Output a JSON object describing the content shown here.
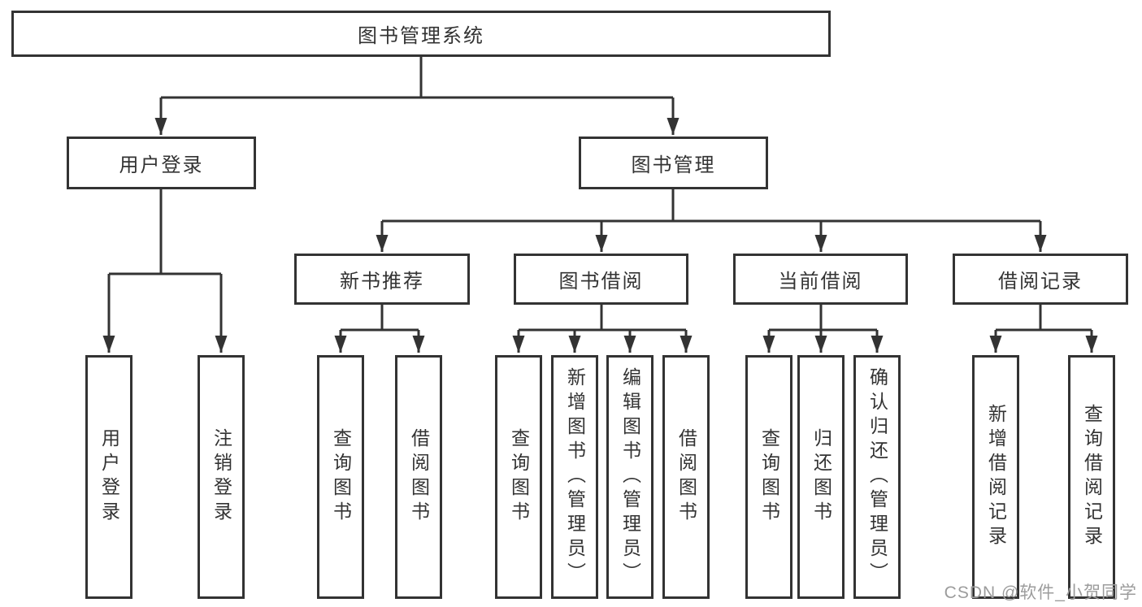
{
  "nodes": {
    "root": "图书管理系统",
    "user_login": "用户登录",
    "book_mgmt": "图书管理",
    "new_book_rec": "新书推荐",
    "book_borrow": "图书借阅",
    "current_borrow": "当前借阅",
    "borrow_record": "借阅记录",
    "leaf_user_login": "用户登录",
    "leaf_logout": "注销登录",
    "leaf_query_book_a": "查询图书",
    "leaf_borrow_book_a": "借阅图书",
    "leaf_query_book_b": "查询图书",
    "leaf_add_book": "新增图书（管理员）",
    "leaf_edit_book": "编辑图书（管理员）",
    "leaf_borrow_book_b": "借阅图书",
    "leaf_query_book_c": "查询图书",
    "leaf_return_book": "归还图书",
    "leaf_confirm_return": "确认归还（管理员）",
    "leaf_add_record": "新增借阅记录",
    "leaf_query_record": "查询借阅记录"
  },
  "watermark": "CSDN @软件_小贺同学",
  "colors": {
    "line": "#333333",
    "text": "#333333",
    "background": "#ffffff",
    "watermark": "#9c9c9c"
  }
}
